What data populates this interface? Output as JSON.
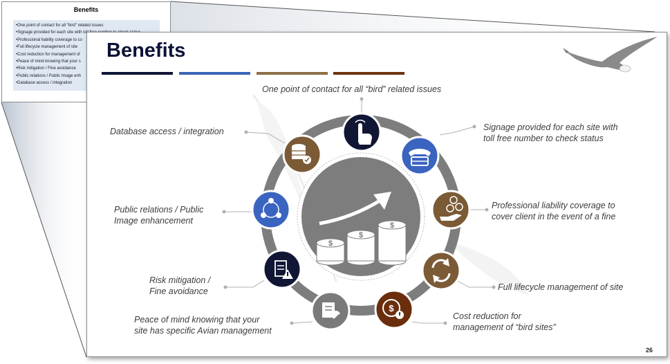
{
  "background_slide": {
    "title": "Benefits",
    "items": [
      "One point of contact for all “bird” related issues",
      "Signage provided for each site with toll free number to check status",
      "Professional liability coverage to co",
      "Full lifecycle management of site",
      "Cost reduction for management of",
      "Peace of mind knowing that your s",
      "Risk mitigation / Fine avoidance",
      "Public relations / Public Image enh",
      "Database access / integration"
    ]
  },
  "slide": {
    "title": "Benefits",
    "page_number": "26",
    "accent_colors": [
      "#0f1434",
      "#3a64b6",
      "#8b6f47",
      "#6b3410"
    ],
    "benefits": {
      "contact": "One point of contact for all “bird” related issues",
      "signage_1": "Signage provided for each site with",
      "signage_2": "toll free number to check status",
      "liability_1": "Professional liability coverage to",
      "liability_2": "cover client in the event of a fine",
      "lifecycle": "Full lifecycle management of site",
      "cost_1": "Cost reduction for",
      "cost_2": "management of “bird sites”",
      "peace_1": "Peace of mind knowing that your",
      "peace_2": "site has specific Avian management",
      "risk_1": "Risk mitigation /",
      "risk_2": "Fine avoidance",
      "pr_1": "Public relations / Public",
      "pr_2": "Image enhancement",
      "database": "Database access / integration"
    },
    "icon_colors": {
      "navy": "#101634",
      "blue": "#3a64c0",
      "brown": "#7b5a36",
      "dark_brown": "#6a2e0c",
      "gray": "#7a7a7a",
      "ring": "#7d7d7d"
    }
  }
}
